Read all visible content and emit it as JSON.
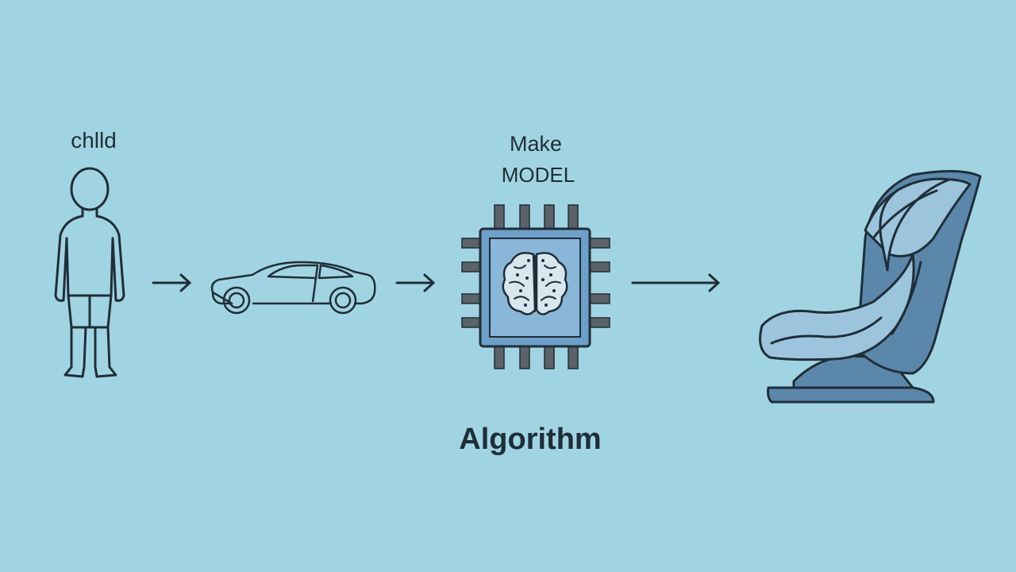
{
  "labels": {
    "child": "chlld",
    "make": "Make",
    "model": "MODEL",
    "algorithm": "Algorithm"
  },
  "colors": {
    "background": "#a1d4e2",
    "line": "#1f2e38",
    "chip_pin": "#5b6268",
    "chip_core": "#8db8d8",
    "seat_fill": "#5b87ab",
    "seat_light": "#9cc5dd"
  },
  "icons": [
    "child-icon",
    "car-icon",
    "chip-brain-icon",
    "car-seat-icon"
  ]
}
